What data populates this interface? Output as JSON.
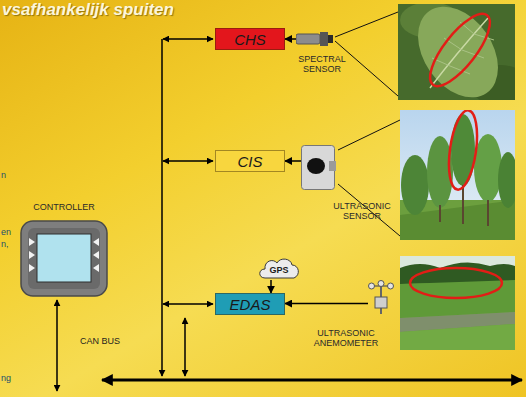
{
  "diagram": {
    "title": "vsafhankelijk spuiten",
    "nodes": [
      {
        "text": [
          "CHS"
        ]
      },
      {
        "text": [
          "SPECTRAL SENSOR"
        ]
      },
      {
        "text": [
          "CIS"
        ]
      },
      {
        "text": [
          "ULTRASONIC SENSOR"
        ]
      },
      {
        "text": [
          "CONTROLLER"
        ]
      },
      {
        "text": [
          "GPS"
        ]
      },
      {
        "text": [
          "EDAS"
        ]
      },
      {
        "text": [
          "ULTRASONIC ANEMOMETER"
        ]
      }
    ],
    "edges": [
      {
        "from": 1,
        "to": 0,
        "arrow": "to"
      },
      {
        "from": 3,
        "to": 2,
        "arrow": "to"
      },
      {
        "from": 5,
        "to": 6,
        "arrow": "to"
      },
      {
        "from": 7,
        "to": 6,
        "arrow": "to"
      }
    ],
    "labels": [
      "CAN BUS",
      "n",
      "en",
      "n,",
      "ng"
    ]
  }
}
